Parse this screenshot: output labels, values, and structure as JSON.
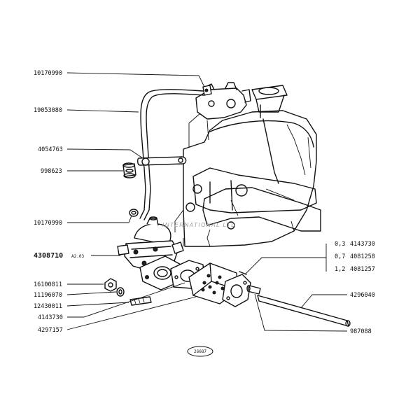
{
  "diagram": {
    "callouts": [
      {
        "id": "10170990-top",
        "label": "10170990"
      },
      {
        "id": "19053080",
        "label": "19053080"
      },
      {
        "id": "4054763",
        "label": "4054763"
      },
      {
        "id": "998623",
        "label": "998623"
      },
      {
        "id": "10170990-mid",
        "label": "10170990"
      },
      {
        "id": "4308710",
        "label": "4308710",
        "suffix": "A2.03"
      },
      {
        "id": "16100811",
        "label": "16100811"
      },
      {
        "id": "11196070",
        "label": "11196070"
      },
      {
        "id": "12430011",
        "label": "12430011"
      },
      {
        "id": "4143730",
        "label": "4143730"
      },
      {
        "id": "4297157",
        "label": "4297157"
      }
    ],
    "shim_options": [
      {
        "thickness": "0,3",
        "part": "4143730"
      },
      {
        "thickness": "0,7",
        "part": "4081258"
      },
      {
        "thickness": "1,2",
        "part": "4081257"
      }
    ],
    "right_callouts": [
      {
        "id": "4296040",
        "label": "4296040"
      },
      {
        "id": "987088",
        "label": "987088"
      }
    ],
    "figure_number": "26687",
    "watermark": "INTERNATIONAL LTD"
  }
}
